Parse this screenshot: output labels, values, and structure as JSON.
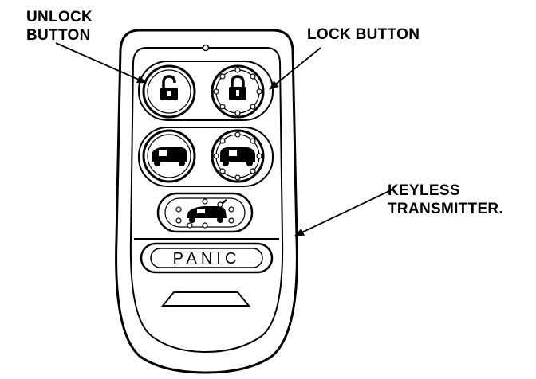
{
  "labels": {
    "unlock_line1": "UNLOCK",
    "unlock_line2": "BUTTON",
    "lock": "LOCK BUTTON",
    "keyless_line1": "KEYLESS",
    "keyless_line2": "TRANSMITTER",
    "keyless_period": "."
  },
  "remote": {
    "panic_label": "PANIC",
    "buttons": [
      {
        "name": "unlock",
        "icon": "unlock-padlock-icon"
      },
      {
        "name": "lock",
        "icon": "lock-padlock-icon"
      },
      {
        "name": "left-sliding-door",
        "icon": "van-left-door-icon"
      },
      {
        "name": "right-sliding-door",
        "icon": "van-right-door-icon"
      },
      {
        "name": "tailgate",
        "icon": "van-tailgate-icon"
      },
      {
        "name": "panic",
        "icon": "panic-bar"
      }
    ]
  },
  "colors": {
    "ink": "#000000",
    "fob_fill": "#ffffff"
  }
}
